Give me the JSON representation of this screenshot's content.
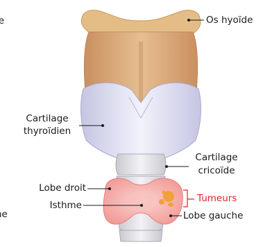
{
  "labels": {
    "hyoid_bone": "Os hyoïde",
    "thyroid_cartilage_line1": "Cartilage",
    "thyroid_cartilage_line2": "thyroïdien",
    "cricoid_cartilage_line1": "Cartilage",
    "cricoid_cartilage_line2": "cricoïde",
    "right_lobe": "Lobe droit",
    "isthmus": "Isthme",
    "tumors": "Tumeurs",
    "left_lobe": "Lobe gauche",
    "cut_top_left": "le",
    "cut_bottom_left": "ne"
  },
  "colors": {
    "hyoid_bone": "#e2b97f",
    "larynx_back": "#d9a877",
    "thyroid_cartilage": "#dcdcf0",
    "cricoid_cartilage": "#e3e3f0",
    "thyroid_gland": "#f6a7a4",
    "tumor": "#f0a23a",
    "tumor_bracket": "#d9262b"
  }
}
